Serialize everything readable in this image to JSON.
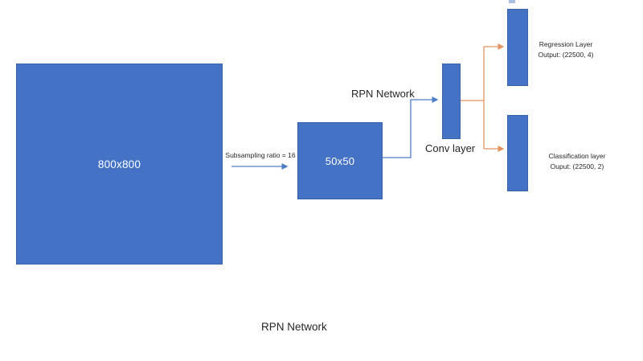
{
  "diagram": {
    "input_box": {
      "label": "800x800"
    },
    "feature_box": {
      "label": "50x50"
    },
    "conv_box": {
      "label": "Conv layer"
    },
    "subsampling_arrow_label": "Subsampling ratio = 16",
    "rpn_arrow_label": "RPN Network",
    "regression_box": {
      "line1": "Regression Layer",
      "line2": "Output: (22500, 4)"
    },
    "classification_box": {
      "line1": "Classification layer",
      "line2": "Ouput: (22500, 2)"
    },
    "bottom_caption": "RPN Network",
    "colors": {
      "node_fill": "#4472C4",
      "node_border": "#3A62A8",
      "blue_connector": "#4E7CC7",
      "orange_connector": "#E29561",
      "text": "#262626",
      "node_text": "#FFFFFF",
      "background": "#FFFFFF"
    }
  }
}
